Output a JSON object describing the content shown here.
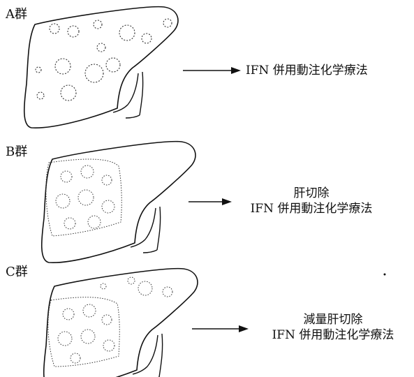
{
  "groups": [
    {
      "label": "A群",
      "treatment": [
        "IFN 併用動注化学療法"
      ]
    },
    {
      "label": "B群",
      "treatment": [
        "肝切除",
        "IFN 併用動注化学療法"
      ]
    },
    {
      "label": "C群",
      "treatment": [
        "減量肝切除",
        "IFN 併用動注化学療法"
      ]
    }
  ]
}
